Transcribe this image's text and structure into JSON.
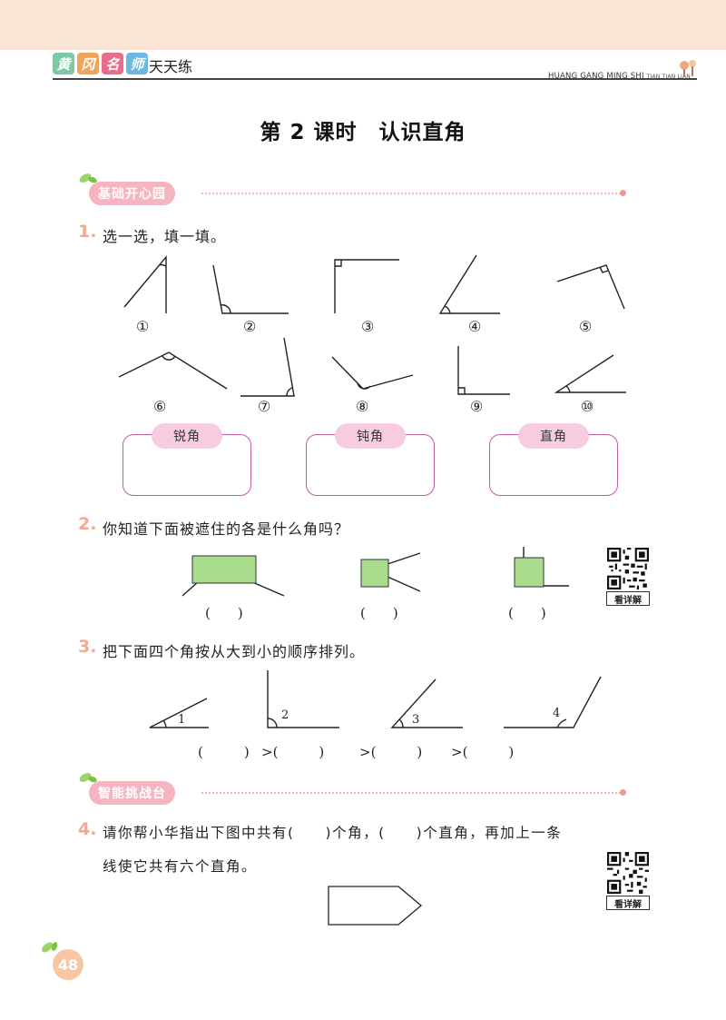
{
  "header": {
    "brand_chars": [
      {
        "ch": "黄",
        "color": "#7ec8a3"
      },
      {
        "ch": "冈",
        "color": "#f2a55a"
      },
      {
        "ch": "名",
        "color": "#e86d8c"
      },
      {
        "ch": "师",
        "color": "#6fb7e3"
      }
    ],
    "subtitle": "天天练",
    "english_main": "HUANG GANG MING SHI",
    "english_sub": "TIAN TIAN LIAN"
  },
  "lesson_title": "第 2 课时　认识直角",
  "sections": {
    "basic": "基础开心园",
    "challenge": "智能挑战台"
  },
  "questions": {
    "q1": {
      "num": "1.",
      "text": "选一选，填一填。",
      "figure_labels": [
        "①",
        "②",
        "③",
        "④",
        "⑤",
        "⑥",
        "⑦",
        "⑧",
        "⑨",
        "⑩"
      ],
      "categories": [
        "锐角",
        "钝角",
        "直角"
      ]
    },
    "q2": {
      "num": "2.",
      "text": "你知道下面被遮住的各是什么角吗？",
      "answers": [
        "(　　)",
        "(　　)",
        "(　　)"
      ]
    },
    "q3": {
      "num": "3.",
      "text": "把下面四个角按从大到小的顺序排列。",
      "angle_labels": [
        "1",
        "2",
        "3",
        "4"
      ],
      "order_line": [
        "(　　　)",
        ">(　　　)",
        ">(　　　)",
        ">(　　　)"
      ]
    },
    "q4": {
      "num": "4.",
      "line1": "请你帮小华指出下图中共有(　　)个角，(　　)个直角，再加上一条",
      "line2": "线使它共有六个直角。"
    }
  },
  "qr_caption": "看详解",
  "page_number": "48",
  "colors": {
    "accent_orange": "#f2a98f",
    "pill_pink": "#f6b3c0",
    "box_border": "#c25a9f",
    "cover_green": "#a9dc8c"
  }
}
